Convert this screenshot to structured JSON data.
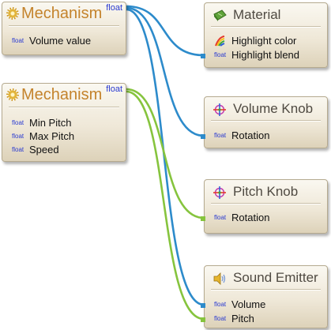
{
  "colors": {
    "wire_blue": "#2d8bcb",
    "wire_green": "#86c43e",
    "title_mech": "#c4832c",
    "type_text": "#2b3bd1"
  },
  "nodes": {
    "mechanism1": {
      "title": "Mechanism",
      "type": "float",
      "icon": "gear-icon",
      "ports": [
        {
          "type": "float",
          "label": "Volume value"
        }
      ]
    },
    "mechanism2": {
      "title": "Mechanism",
      "type": "float",
      "icon": "gear-icon",
      "ports": [
        {
          "type": "float",
          "label": "Min Pitch"
        },
        {
          "type": "float",
          "label": "Max Pitch"
        },
        {
          "type": "float",
          "label": "Speed"
        }
      ]
    },
    "material": {
      "title": "Material",
      "icon": "material-icon",
      "ports": [
        {
          "type": "",
          "label": "Highlight color",
          "icon": "rainbow-brush-icon"
        },
        {
          "type": "float",
          "label": "Highlight blend"
        }
      ]
    },
    "volume_knob": {
      "title": "Volume Knob",
      "icon": "crosshair-transform-icon",
      "ports": [
        {
          "type": "float",
          "label": "Rotation"
        }
      ]
    },
    "pitch_knob": {
      "title": "Pitch Knob",
      "icon": "crosshair-transform-icon",
      "ports": [
        {
          "type": "float",
          "label": "Rotation"
        }
      ]
    },
    "sound_emitter": {
      "title": "Sound Emitter",
      "icon": "speaker-icon",
      "ports": [
        {
          "type": "float",
          "label": "Volume"
        },
        {
          "type": "float",
          "label": "Pitch"
        }
      ]
    }
  }
}
